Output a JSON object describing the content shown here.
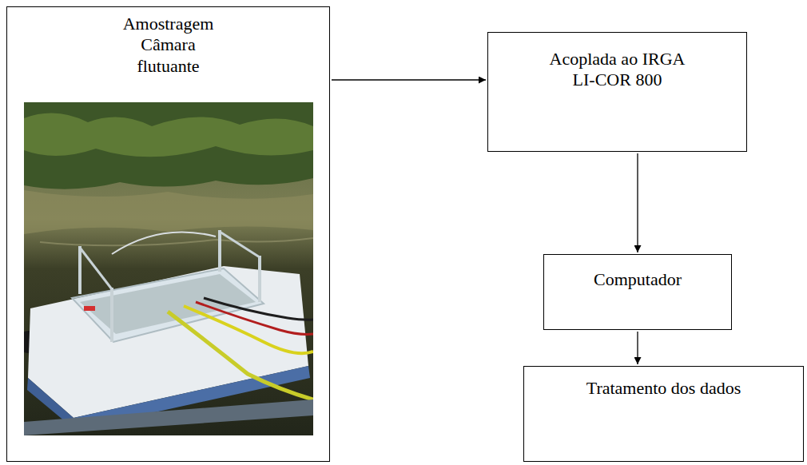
{
  "diagram": {
    "nodes": [
      {
        "text": [
          "Amostragem Câmara flutuante"
        ]
      },
      {
        "text": [
          "Acoplada ao IRGA LI-COR 800"
        ]
      },
      {
        "text": [
          "Computador"
        ]
      },
      {
        "text": [
          "Tratamento dos dados"
        ]
      }
    ],
    "edges": [
      {
        "from": 0,
        "to": 1,
        "arrow": "to"
      },
      {
        "from": 1,
        "to": 2,
        "arrow": "to"
      },
      {
        "from": 2,
        "to": 3,
        "arrow": "to"
      }
    ]
  }
}
